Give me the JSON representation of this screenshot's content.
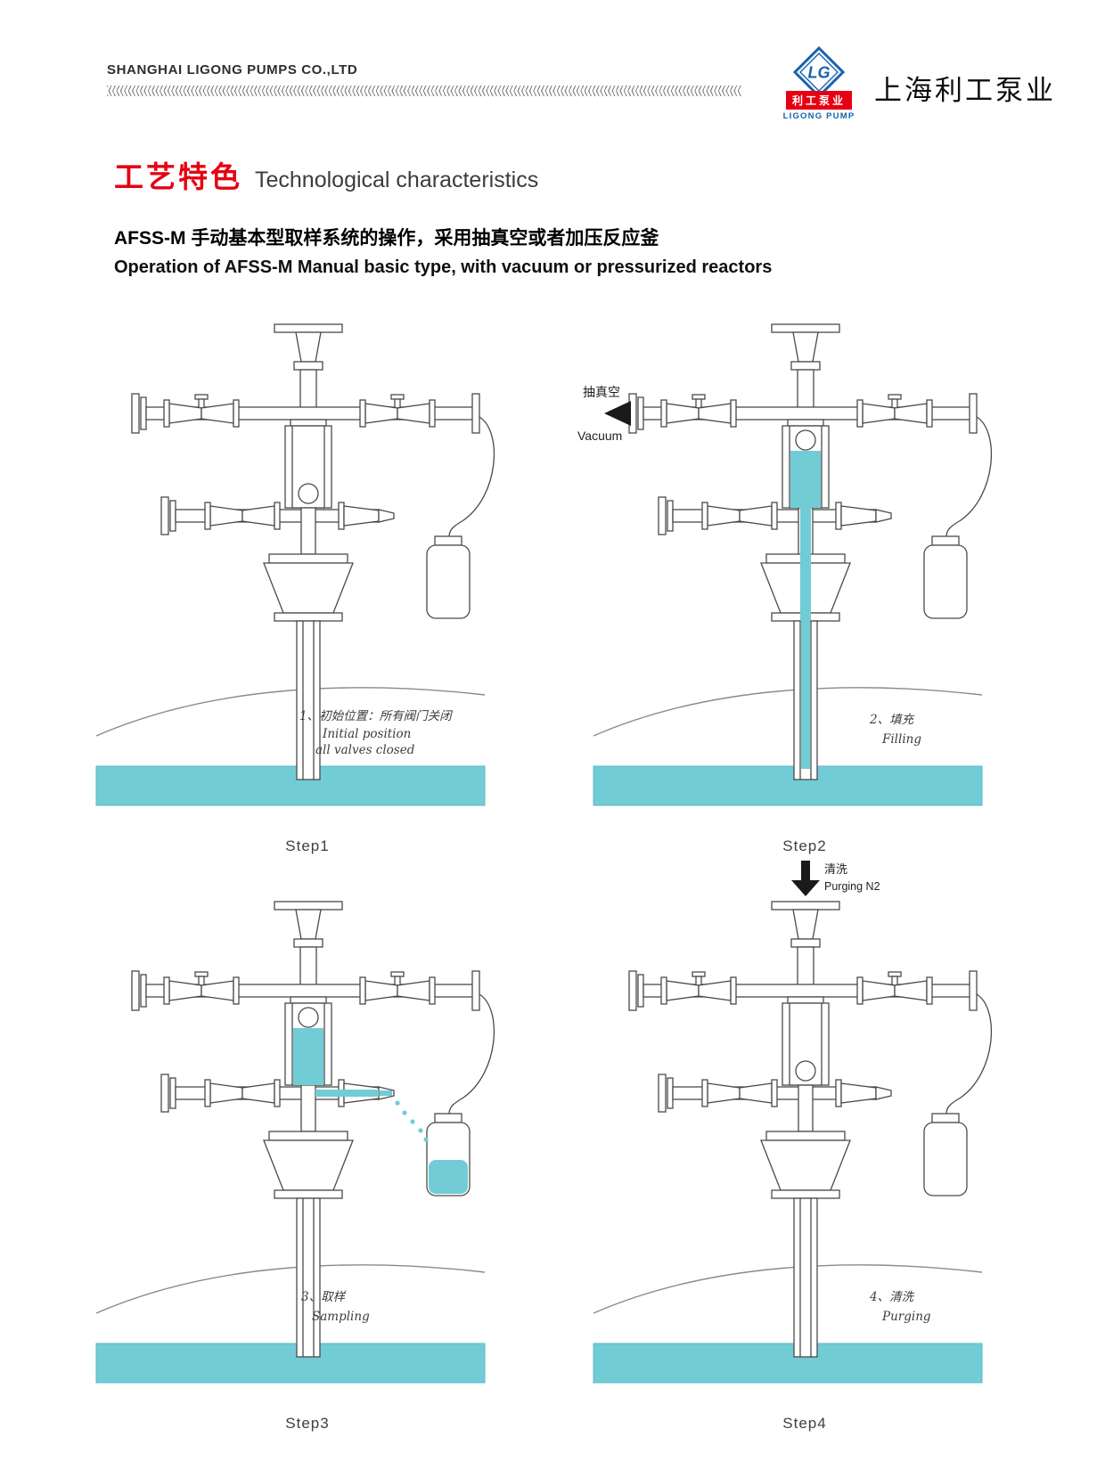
{
  "header": {
    "company": "SHANGHAI LIGONG PUMPS CO.,LTD",
    "logo": {
      "monogram": "LG",
      "name_cn": "利工泵业",
      "name_en": "LIGONG PUMP"
    },
    "brand_cn": "上海利工泵业"
  },
  "title": {
    "cn": "工艺特色",
    "en": "Technological characteristics"
  },
  "subtitle": {
    "cn": "AFSS-M 手动基本型取样系统的操作，采用抽真空或者加压反应釜",
    "en": "Operation of AFSS-M Manual basic type, with vacuum or pressurized reactors"
  },
  "steps": [
    {
      "label": "Step1",
      "ann1": "1、初始位置：所有阀门关闭",
      "ann2": "Initial position",
      "ann3": "all valves closed"
    },
    {
      "label": "Step2",
      "ann1": "2、填充",
      "ann2": "Filling",
      "flow_cn": "抽真空",
      "flow_en": "Vacuum"
    },
    {
      "label": "Step3",
      "ann1": "3、取样",
      "ann2": "Sampling"
    },
    {
      "label": "Step4",
      "ann1": "4、清洗",
      "ann2": "Purging",
      "flow_cn": "清洗",
      "flow_en": "Purging  N2"
    }
  ],
  "colors": {
    "accent_red": "#E60012",
    "brand_blue": "#1763AE",
    "liquid_teal": "#72CCD5"
  }
}
